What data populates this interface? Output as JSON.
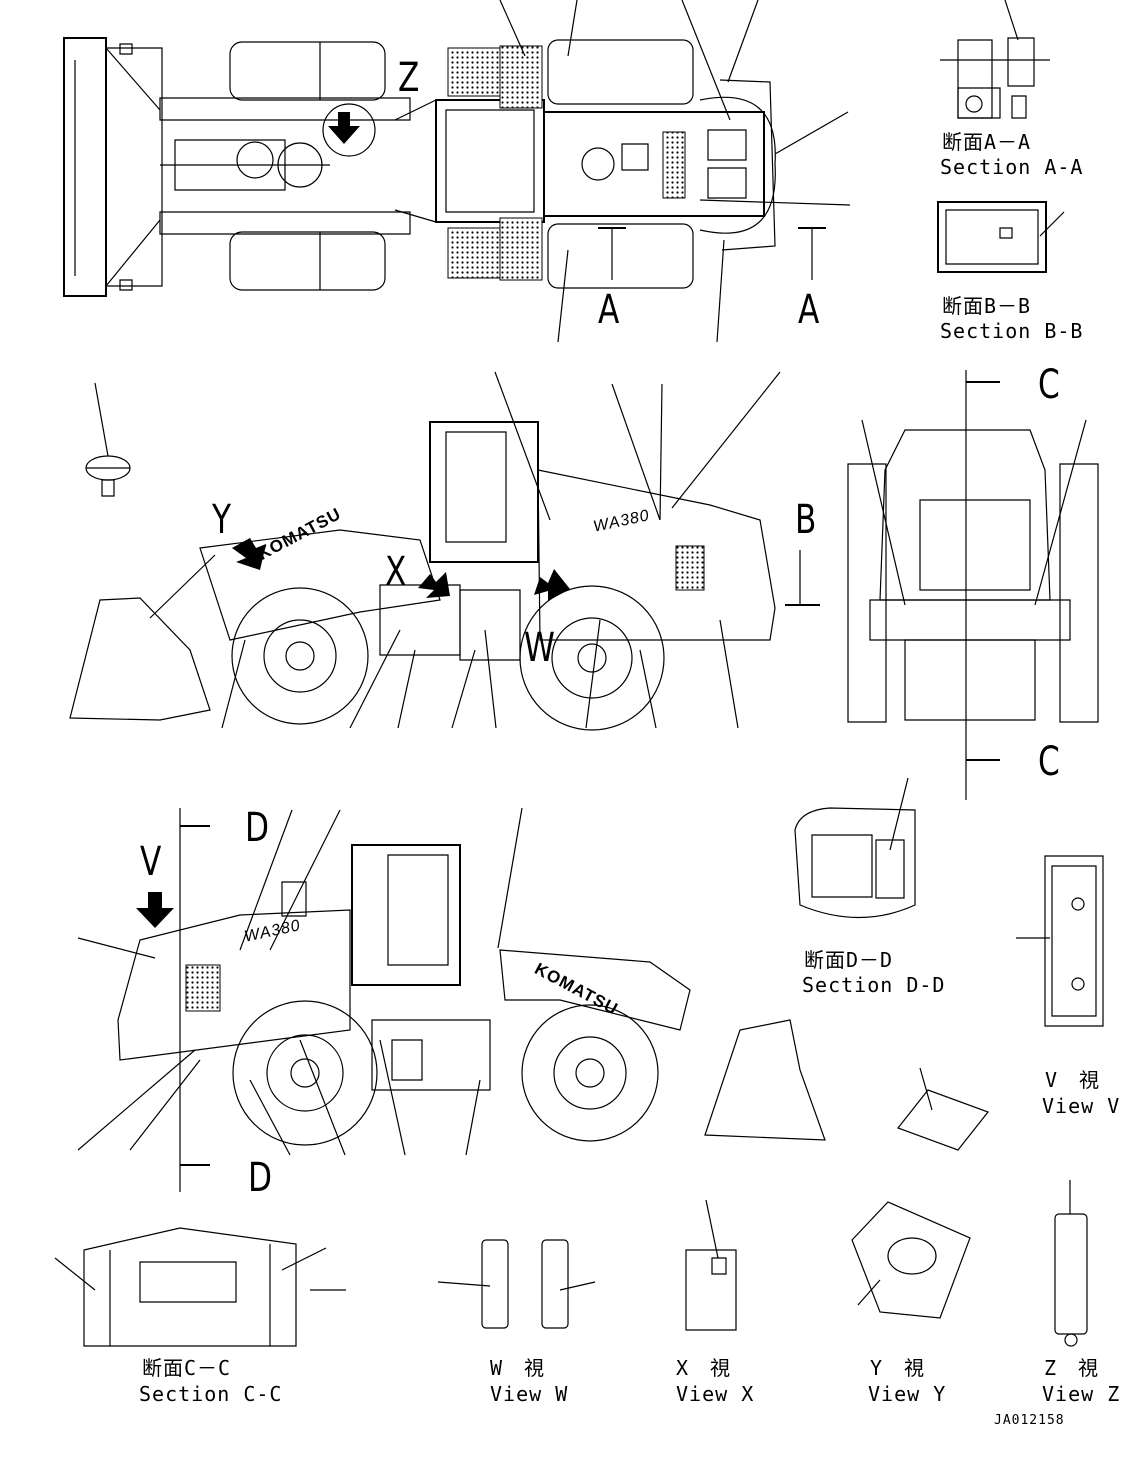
{
  "document_id": "JA012158",
  "markers": {
    "z": "Z",
    "a_left": "A",
    "a_right": "A",
    "b": "B",
    "c_top": "C",
    "c_bottom": "C",
    "d_top": "D",
    "d_bottom": "D",
    "v": "V",
    "w": "W",
    "x": "X",
    "y": "Y"
  },
  "machine_labels": {
    "brand": "KOMATSU",
    "model": "WA380"
  },
  "captions": {
    "section_a": {
      "jp": "断面A－A",
      "en": "Section A-A"
    },
    "section_b": {
      "jp": "断面B－B",
      "en": "Section B-B"
    },
    "section_c": {
      "jp": "断面C－C",
      "en": "Section C-C"
    },
    "section_d": {
      "jp": "断面D－D",
      "en": "Section D-D"
    },
    "view_v": {
      "jp": "V　視",
      "en": "View V"
    },
    "view_w": {
      "jp": "W　視",
      "en": "View W"
    },
    "view_x": {
      "jp": "X　視",
      "en": "View X"
    },
    "view_y": {
      "jp": "Y　視",
      "en": "View Y"
    },
    "view_z": {
      "jp": "Z　視",
      "en": "View Z"
    }
  }
}
